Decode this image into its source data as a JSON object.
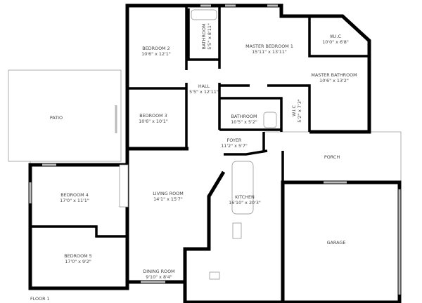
{
  "floor_label": "FLOOR 1",
  "rooms": {
    "bedroom2": {
      "name": "BEDROOM 2",
      "dims": "10'6\" x 12'1\""
    },
    "bathroom_small": {
      "name": "BATHROOM",
      "dims": "5'5\" x 8'11\""
    },
    "master_bedroom": {
      "name": "MASTER BEDROOM 1",
      "dims": "15'11\" x 13'11\""
    },
    "wic_master": {
      "name": "W.I.C",
      "dims": "10'0\" x 6'8\""
    },
    "master_bathroom": {
      "name": "MASTER BATHROOM",
      "dims": "10'6\" x 13'2\""
    },
    "hall": {
      "name": "HALL",
      "dims": "5'5\" x 12'11\""
    },
    "bedroom3": {
      "name": "BEDROOM 3",
      "dims": "10'6\" x 10'1\""
    },
    "bathroom": {
      "name": "BATHROOM",
      "dims": "10'5\" x 5'2\""
    },
    "wic2": {
      "name": "W.I.C",
      "dims": "5'2\" x 7'3\""
    },
    "patio": {
      "name": "PATIO"
    },
    "foyer": {
      "name": "FOYER",
      "dims": "11'2\" x 5'7\""
    },
    "porch": {
      "name": "PORCH"
    },
    "bedroom4": {
      "name": "BEDROOM 4",
      "dims": "17'0\" x 11'1\""
    },
    "living_room": {
      "name": "LIVING ROOM",
      "dims": "14'1\" x 15'7\""
    },
    "kitchen": {
      "name": "KITCHEN",
      "dims": "16'10\" x 20'3\""
    },
    "bedroom5": {
      "name": "BEDROOM 5",
      "dims": "17'0\" x 9'2\""
    },
    "garage": {
      "name": "GARAGE"
    },
    "dining_room": {
      "name": "DINING ROOM",
      "dims": "9'10\" x 8'4\""
    }
  }
}
